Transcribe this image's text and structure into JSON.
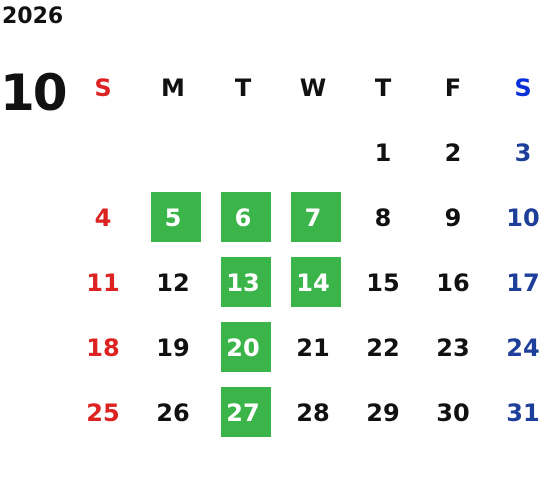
{
  "year": "2026",
  "month": "10",
  "colors": {
    "highlight": "#3bb54a",
    "sunday": "#dd2222",
    "saturday_date": "#1e3f99",
    "saturday_header": "#0b2fd8"
  },
  "weekdays": [
    "S",
    "M",
    "T",
    "W",
    "T",
    "F",
    "S"
  ],
  "weeks": [
    [
      {
        "d": ""
      },
      {
        "d": ""
      },
      {
        "d": ""
      },
      {
        "d": ""
      },
      {
        "d": "1"
      },
      {
        "d": "2"
      },
      {
        "d": "3"
      }
    ],
    [
      {
        "d": "4"
      },
      {
        "d": "5",
        "hl": true
      },
      {
        "d": "6",
        "hl": true
      },
      {
        "d": "7",
        "hl": true
      },
      {
        "d": "8"
      },
      {
        "d": "9"
      },
      {
        "d": "10"
      }
    ],
    [
      {
        "d": "11"
      },
      {
        "d": "12"
      },
      {
        "d": "13",
        "hl": true
      },
      {
        "d": "14",
        "hl": true
      },
      {
        "d": "15"
      },
      {
        "d": "16"
      },
      {
        "d": "17"
      }
    ],
    [
      {
        "d": "18"
      },
      {
        "d": "19"
      },
      {
        "d": "20",
        "hl": true
      },
      {
        "d": "21"
      },
      {
        "d": "22"
      },
      {
        "d": "23"
      },
      {
        "d": "24"
      }
    ],
    [
      {
        "d": "25"
      },
      {
        "d": "26"
      },
      {
        "d": "27",
        "hl": true
      },
      {
        "d": "28"
      },
      {
        "d": "29"
      },
      {
        "d": "30"
      },
      {
        "d": "31"
      }
    ]
  ]
}
